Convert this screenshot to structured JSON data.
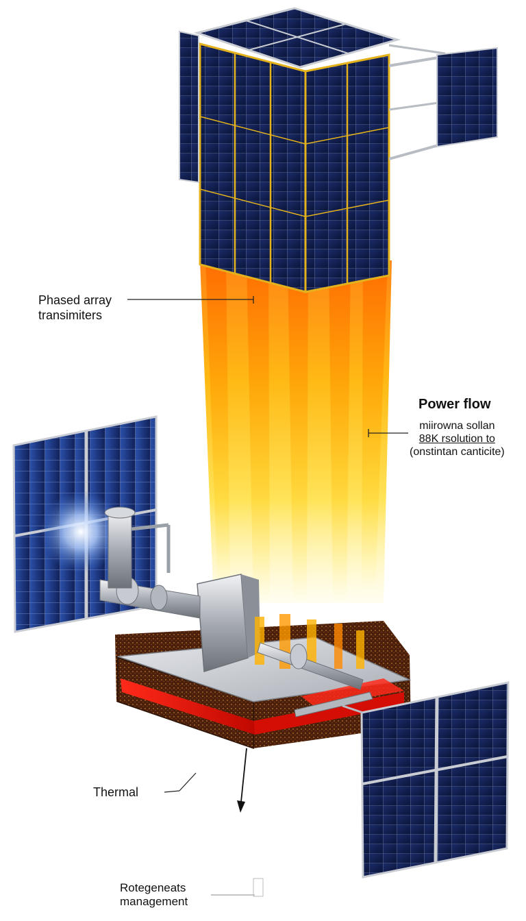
{
  "labels": {
    "phased_array": {
      "line1": "Phased array",
      "line2": "transimiters"
    },
    "power_flow": {
      "title": "Power flow",
      "line1": "miirowna sollan",
      "line2": "88K rsolution to",
      "line3": "(onstintan canticite)"
    },
    "thermal": "Thermal",
    "rotegeneats": {
      "line1": "Rotegeneats",
      "line2": "management"
    }
  },
  "colors": {
    "solar_cell": "#0f1d4a",
    "solar_frame": "#c9ccd2",
    "gold_trim": "#e3b21c",
    "beam_core": "#ffd21a",
    "beam_edge": "#ff8a00",
    "base_soil": "#5a2a12",
    "heat_red": "#e8130e"
  }
}
